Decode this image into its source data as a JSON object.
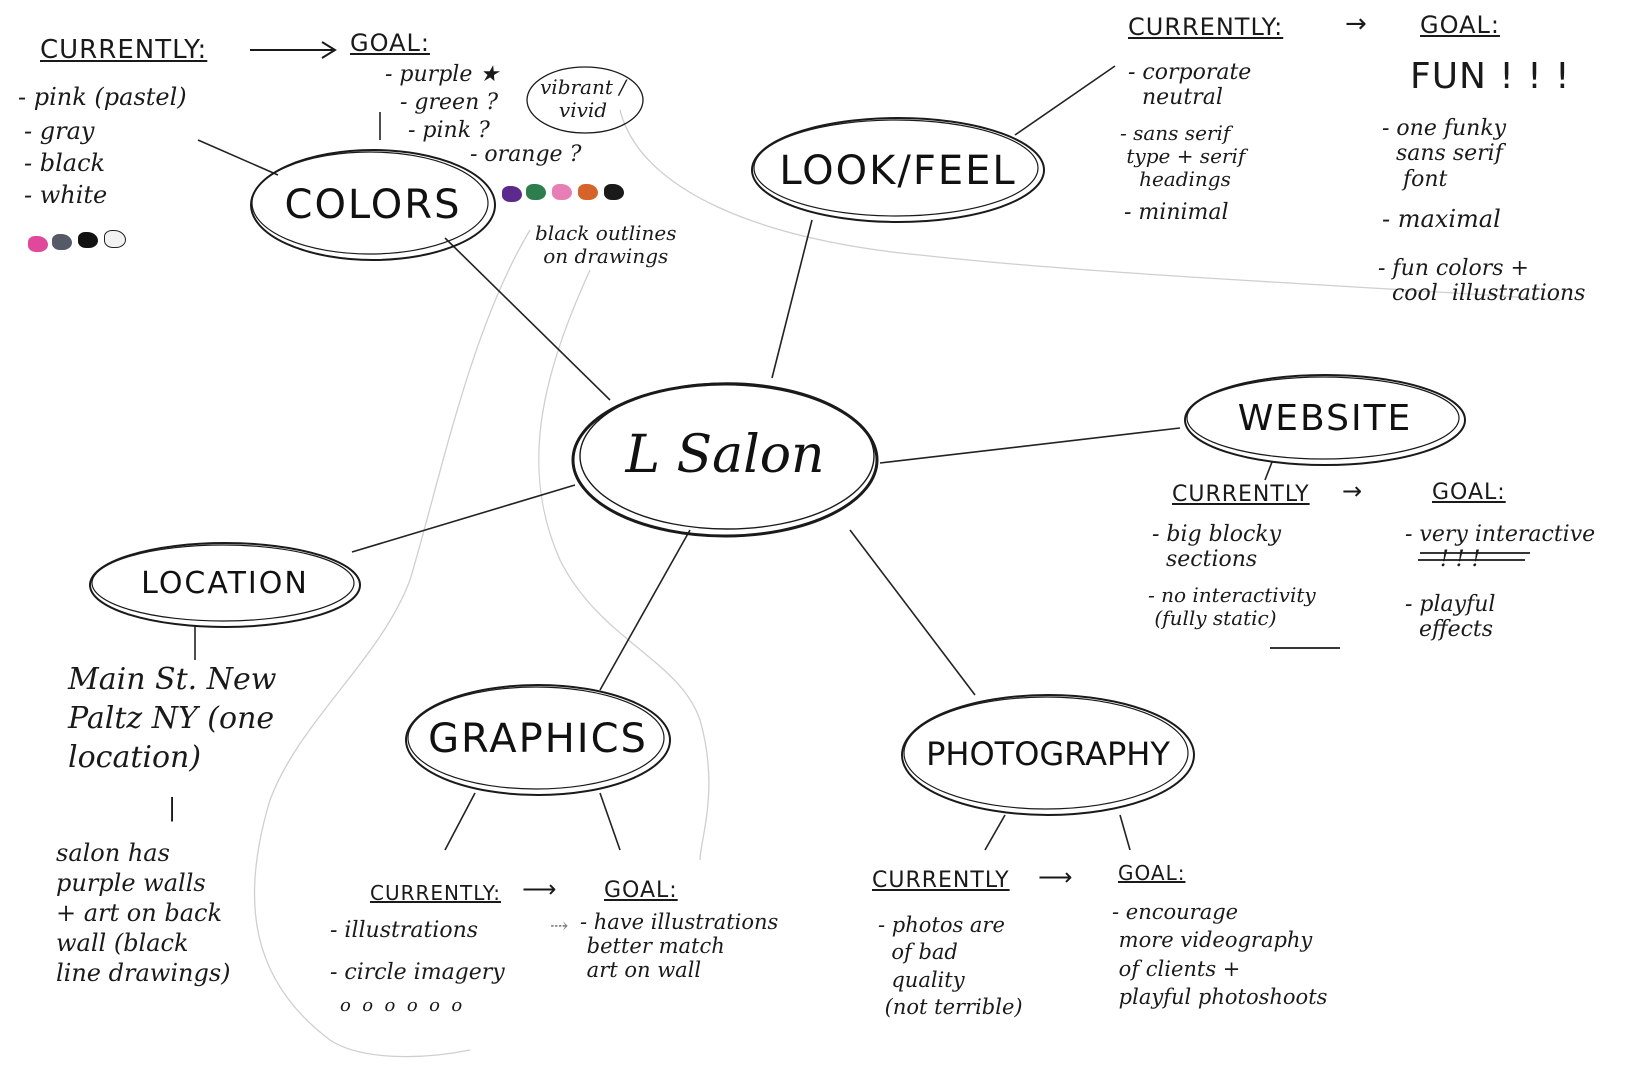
{
  "center": {
    "label": "L Salon"
  },
  "nodes": {
    "colors": "COLORS",
    "look_feel": "LOOK/FEEL",
    "website": "WEBSITE",
    "location": "LOCATION",
    "graphics": "GRAPHICS",
    "photography": "PHOTOGRAPHY"
  },
  "colors_notes": {
    "currently_label": "CURRENTLY:",
    "arrow": "⟶",
    "goal_label": "GOAL:",
    "currently_items": [
      "- pink (pastel)",
      "- gray",
      "- black",
      "- white"
    ],
    "goal_items": [
      "- purple ★",
      "- green ?",
      "- pink ?",
      "- orange ?"
    ],
    "goal_bubble": "vibrant /\nvivid",
    "goal_note": "black outlines\non drawings",
    "current_swatches": [
      "#e0489c",
      "#555a66",
      "#121212",
      "#f2f2f2"
    ],
    "goal_swatches": [
      "#5b2a8c",
      "#2e7d4f",
      "#e77fb6",
      "#d5632a",
      "#1a1a1a"
    ]
  },
  "look_feel_notes": {
    "currently_label": "CURRENTLY:",
    "arrow": "→",
    "goal_label": "GOAL:",
    "currently_items": [
      "- corporate\n  neutral",
      "- sans serif\n type + serif\n   headings",
      "- minimal"
    ],
    "goal_headline": "FUN ! ! !",
    "goal_items": [
      "- one funky\n  sans serif\n   font",
      "- maximal",
      "- fun colors +\n  cool  illustrations"
    ]
  },
  "website_notes": {
    "currently_label": "CURRENTLY",
    "arrow": "→",
    "goal_label": "GOAL:",
    "currently_items": [
      "- big blocky\n  sections",
      "- no interactivity\n (fully static)"
    ],
    "goal_items": [
      "- very interactive\n     ! ! !",
      "- playful\n  effects"
    ]
  },
  "location_notes": {
    "address": "Main St. New\nPaltz NY (one\nlocation)",
    "connector": "|",
    "detail": "salon has\npurple walls\n+ art on back\nwall (black\nline drawings)"
  },
  "graphics_notes": {
    "currently_label": "CURRENTLY:",
    "arrow": "⟶",
    "goal_label": "GOAL:",
    "currently_items": [
      "- illustrations",
      "- circle imagery"
    ],
    "circles": "o  o  o  o  o  o",
    "goal_arrow": "⇢",
    "goal_items": [
      "- have illustrations\n better match\n art on wall"
    ]
  },
  "photography_notes": {
    "currently_label": "CURRENTLY",
    "arrow": "⟶",
    "goal_label": "GOAL:",
    "currently_items": [
      "- photos are\n  of bad\n  quality\n (not terrible)"
    ],
    "goal_items": [
      "- encourage\n more videography\n of clients +\n playful photoshoots"
    ]
  }
}
